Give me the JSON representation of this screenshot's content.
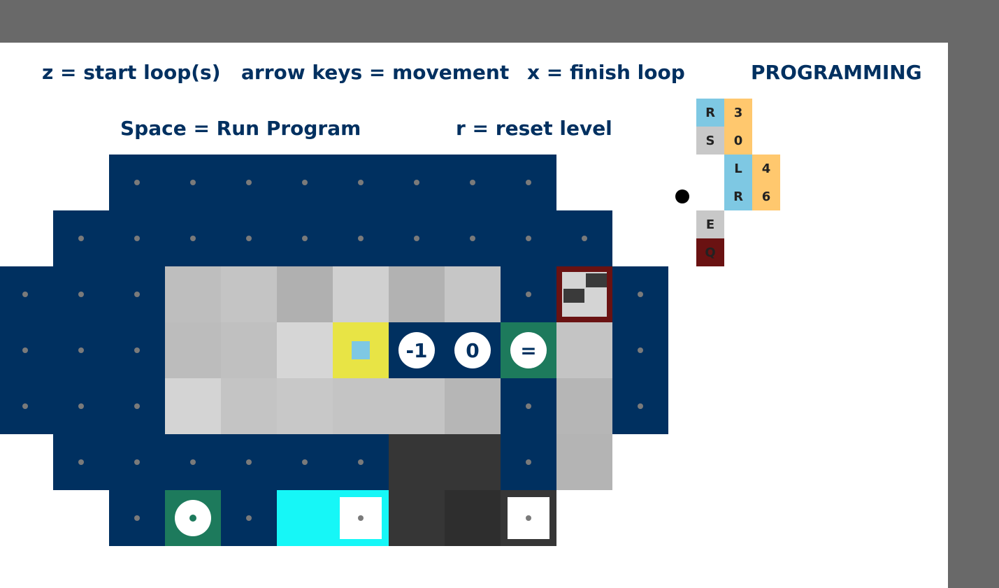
{
  "hints": {
    "start_loop": "z = start loop(s)",
    "movement": "arrow keys = movement",
    "finish_loop": "x = finish loop",
    "run": "Space = Run Program",
    "reset": "r = reset level"
  },
  "program": {
    "title": "PROGRAMMING",
    "instructions": [
      {
        "op": "R",
        "op_color": "#7ec8e3",
        "arg": "3"
      },
      {
        "op": "S",
        "op_color": "#c8c8c8",
        "arg": "0"
      },
      {
        "op": "L",
        "op_color": "#7ec8e3",
        "arg": "4",
        "indent": 1
      },
      {
        "op": "R",
        "op_color": "#7ec8e3",
        "arg": "6",
        "indent": 1,
        "current": true
      },
      {
        "op": "E",
        "op_color": "#c8c8c8"
      },
      {
        "op": "Q",
        "op_color": "#6a1212"
      }
    ]
  },
  "board": {
    "tokens": {
      "minus_one": "-1",
      "zero": "0",
      "equals": "="
    },
    "colors": {
      "water": "#003060",
      "player": "#e8e445",
      "player_core": "#7ec8e3",
      "goal": "#1d7a5c",
      "cyan": "#16f7f7",
      "exit_border": "#6a1212"
    }
  }
}
